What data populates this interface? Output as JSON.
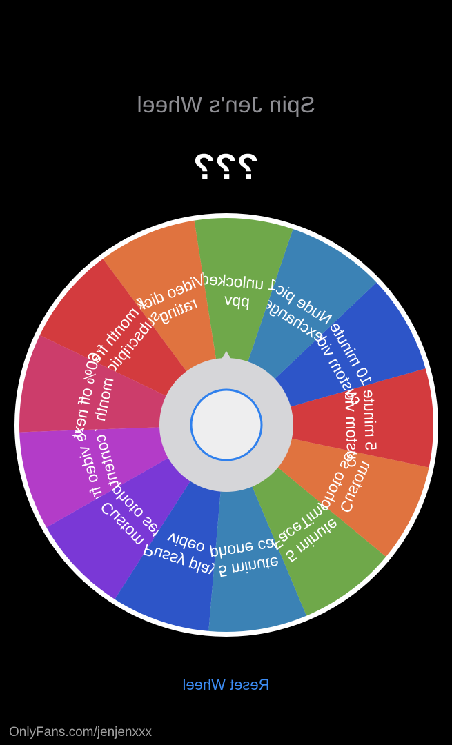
{
  "app": {
    "title": "Spin Jen's Wheel",
    "result": "???",
    "reset_label": "Reset Wheel",
    "watermark": "OnlyFans.com/jenjenxxx",
    "mirrored_view": true
  },
  "colors": {
    "background": "#000000",
    "title": "#8e8e93",
    "reset_link": "#3d8df5",
    "wheel_rim": "#ffffff",
    "hub_outer": "#d6d6d9",
    "hub_ring": "#2f80ed",
    "hub_inner": "#eeeeef"
  },
  "wheel": {
    "segments": [
      {
        "lines": [
          "Free video from",
          "my content list"
        ],
        "color": "#b33cc8"
      },
      {
        "lines": [
          "Custom",
          "photo set"
        ],
        "color": "#7a38d6"
      },
      {
        "lines": [
          "Pussy play",
          "video"
        ],
        "color": "#2d55c8"
      },
      {
        "lines": [
          "5 minute",
          "phone call"
        ],
        "color": "#3b82b5"
      },
      {
        "lines": [
          "5 minute",
          "FaceTime"
        ],
        "color": "#6fa84a"
      },
      {
        "lines": [
          "Custom",
          "photo set"
        ],
        "color": "#e0733f"
      },
      {
        "lines": [
          "5 minute",
          "custom video"
        ],
        "color": "#d33b3e"
      },
      {
        "lines": [
          "10 minute",
          "custom video"
        ],
        "color": "#2d55c8"
      },
      {
        "lines": [
          "Nude pic",
          "exchange"
        ],
        "color": "#3b82b5"
      },
      {
        "lines": [
          "1 unlocked",
          "ppv"
        ],
        "color": "#6fa84a"
      },
      {
        "lines": [
          "Video dick",
          "rating"
        ],
        "color": "#e0733f"
      },
      {
        "lines": [
          "1 month free",
          "subscription"
        ],
        "color": "#d33b3e"
      },
      {
        "lines": [
          "60% off next",
          "month"
        ],
        "color": "#cc3d6b"
      }
    ]
  }
}
